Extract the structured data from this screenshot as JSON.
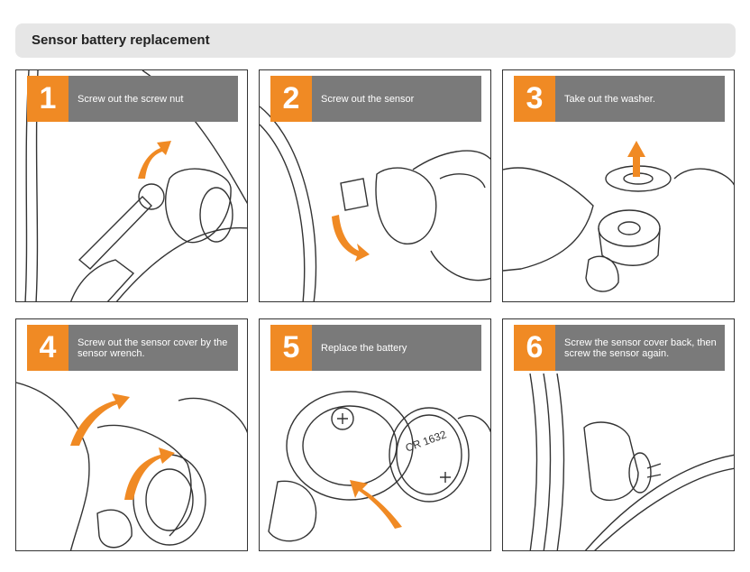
{
  "header": {
    "title": "Sensor battery replacement"
  },
  "colors": {
    "accent": "#f08a24",
    "caption_bg": "#7a7a7a",
    "header_bg": "#e6e6e6",
    "line": "#333333"
  },
  "steps": [
    {
      "number": "1",
      "caption": "Screw out the screw nut",
      "illustration": "wrench-on-sensor"
    },
    {
      "number": "2",
      "caption": "Screw out the sensor",
      "illustration": "hand-unscrewing-sensor"
    },
    {
      "number": "3",
      "caption": "Take out the washer.",
      "illustration": "washer-removal"
    },
    {
      "number": "4",
      "caption": "Screw out the sensor cover by the sensor wrench.",
      "illustration": "hands-opening-cover"
    },
    {
      "number": "5",
      "caption": "Replace the battery",
      "illustration": "battery-coin-cell"
    },
    {
      "number": "6",
      "caption": "Screw the sensor cover back, then screw the sensor again.",
      "illustration": "sensor-on-rim"
    }
  ],
  "battery_label": "CR 1632"
}
